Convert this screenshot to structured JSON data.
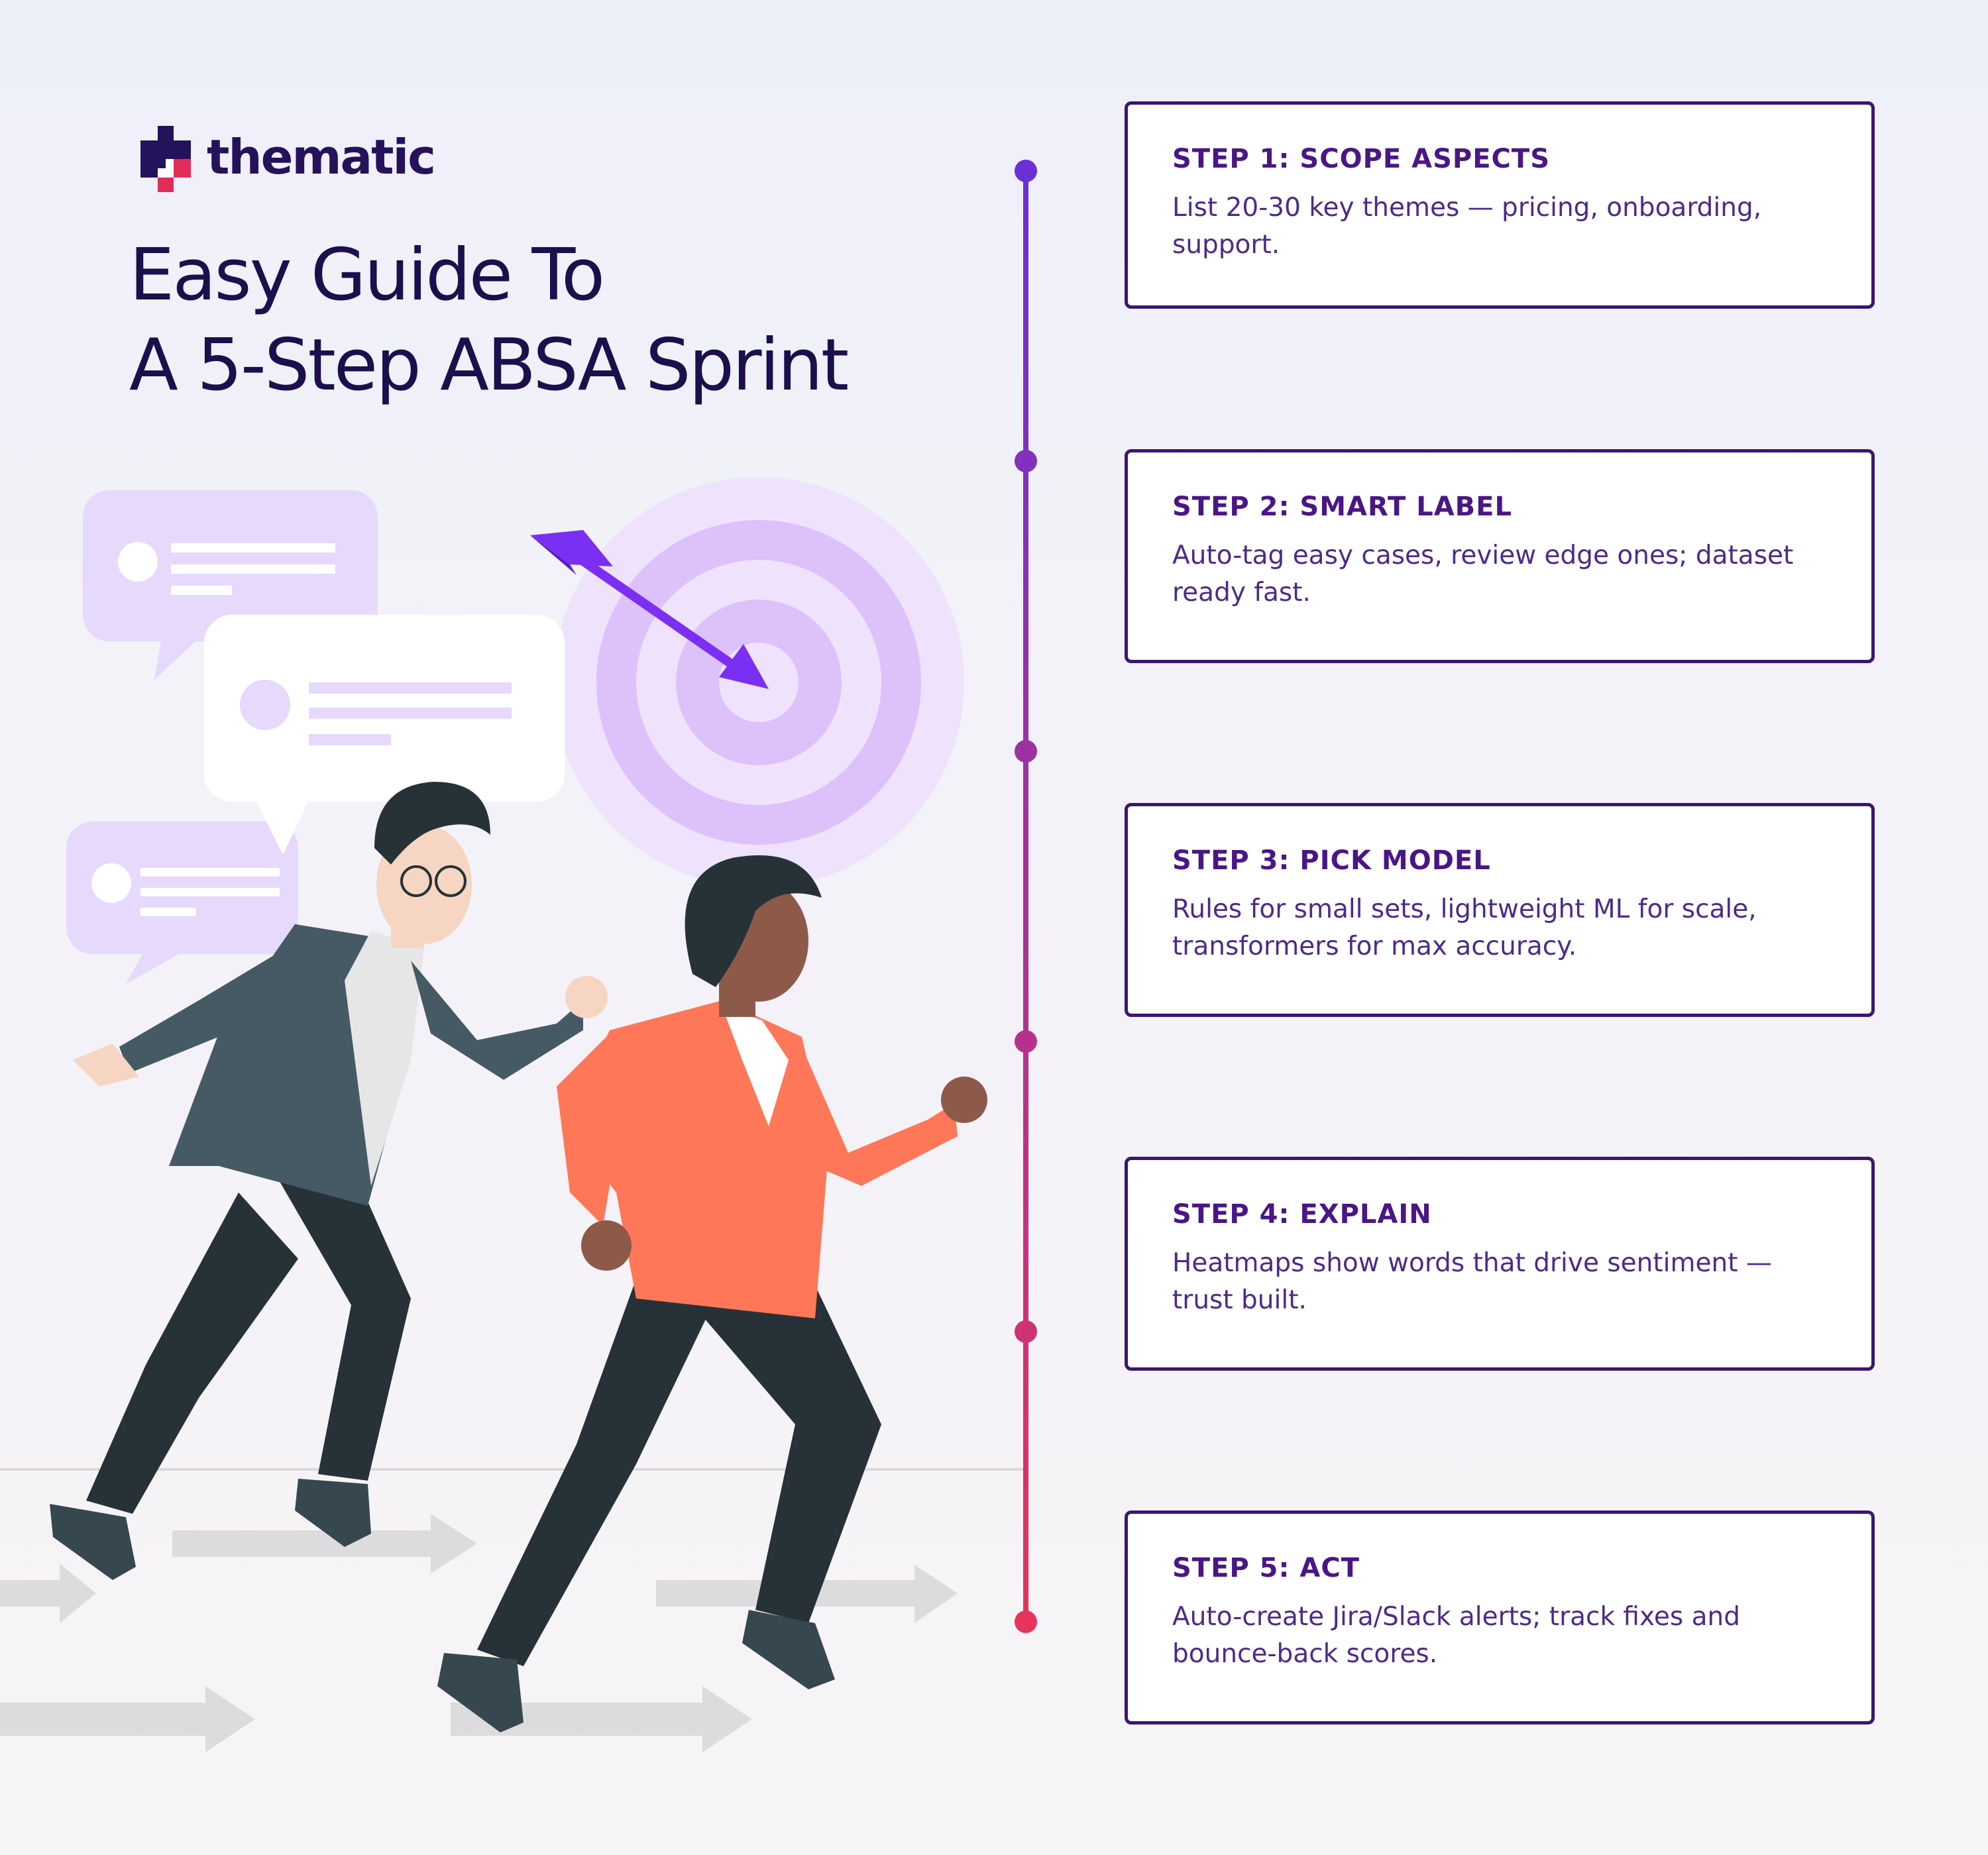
{
  "brand": {
    "name": "thematic",
    "colors": {
      "dark": "#1c0f4d",
      "accent": "#e02d5a",
      "purple": "#6a2fd6"
    }
  },
  "title": {
    "line1": "Easy Guide To",
    "line2": "A 5-Step ABSA Sprint"
  },
  "timeline": {
    "gradient_start": "#6a2fd6",
    "gradient_end": "#e8335a"
  },
  "steps": [
    {
      "title": "STEP 1: SCOPE ASPECTS",
      "description": "List 20-30 key themes — pricing, onboarding, support."
    },
    {
      "title": "STEP 2: SMART LABEL",
      "description": "Auto-tag easy cases, review edge ones; dataset ready fast."
    },
    {
      "title": "STEP 3: PICK MODEL",
      "description": "Rules for small sets, lightweight ML for scale, transformers for max accuracy."
    },
    {
      "title": "STEP 4: EXPLAIN",
      "description": "Heatmaps show words that drive sentiment — trust built."
    },
    {
      "title": "STEP 5: ACT",
      "description": "Auto-create Jira/Slack alerts; track fixes and bounce-back scores."
    }
  ],
  "illustration": {
    "icons": [
      "chat-bubble-icon",
      "target-icon",
      "arrow-icon",
      "runner-man",
      "runner-woman",
      "ground-arrow-icon"
    ]
  }
}
